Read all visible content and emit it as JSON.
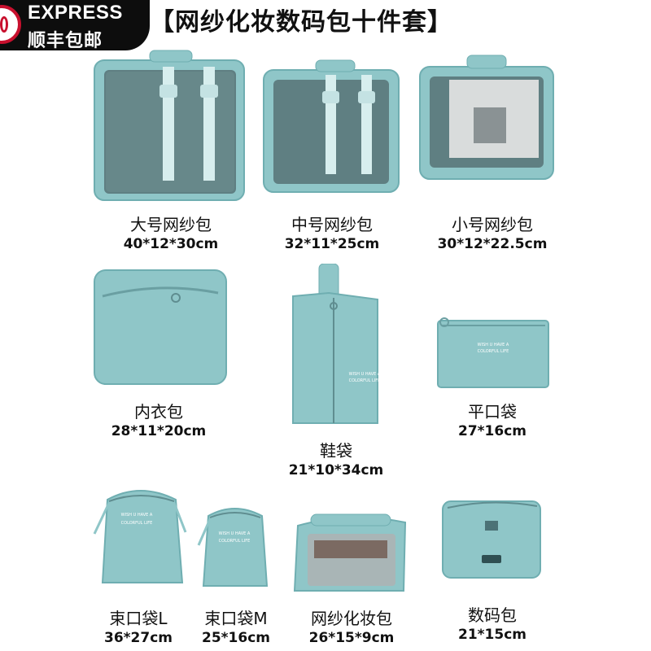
{
  "badge": {
    "line1": "EXPRESS",
    "line2": "顺丰包邮"
  },
  "title": "【网纱化妆数码包十件套】",
  "colors": {
    "bag": "#8fc6c8",
    "bag_dark": "#6faeb1",
    "mesh": "#5f7f82",
    "strap": "#d7eeee"
  },
  "products": [
    {
      "name": "大号网纱包",
      "size": "40*12*30cm"
    },
    {
      "name": "中号网纱包",
      "size": "32*11*25cm"
    },
    {
      "name": "小号网纱包",
      "size": "30*12*22.5cm"
    },
    {
      "name": "内衣包",
      "size": "28*11*20cm"
    },
    {
      "name": "鞋袋",
      "size": "21*10*34cm"
    },
    {
      "name": "平口袋",
      "size": "27*16cm"
    },
    {
      "name": "束口袋L",
      "size": "36*27cm"
    },
    {
      "name": "束口袋M",
      "size": "25*16cm"
    },
    {
      "name": "网纱化妆包",
      "size": "26*15*9cm"
    },
    {
      "name": "数码包",
      "size": "21*15cm"
    }
  ],
  "prints": {
    "shoe": "WISH U HAVE A COLORFUL LIFE",
    "flat": "WISH U HAVE A COLORFUL LIFE",
    "drawL": "WISH U HAVE A COLORFUL LIFE",
    "drawM": "WISH U HAVE A COLORFUL LIFE"
  }
}
